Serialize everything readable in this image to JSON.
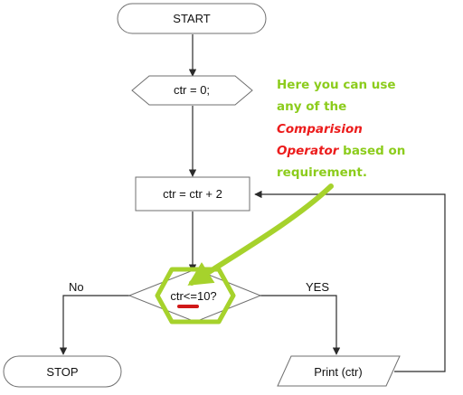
{
  "nodes": {
    "start": "START",
    "init": "ctr = 0;",
    "increment": "ctr = ctr + 2",
    "decision_pre": "ctr",
    "decision_op": "<=",
    "decision_post": "10?",
    "print": "Print (ctr)",
    "stop": "STOP"
  },
  "edges": {
    "no_label": "No",
    "yes_label": "YES"
  },
  "annotation": {
    "line1": "Here you can use",
    "line2": "any of the",
    "line3": "Comparision",
    "line4": "Operator",
    "line4_tail": " based on",
    "line5": "requirement."
  },
  "colors": {
    "line": "#2b2b2b",
    "node_border": "#6f6f6f",
    "highlight_green": "#a6d22c",
    "note_green": "#8ccc1c",
    "note_red": "#ec1c1c",
    "underline_red": "#d01818"
  }
}
